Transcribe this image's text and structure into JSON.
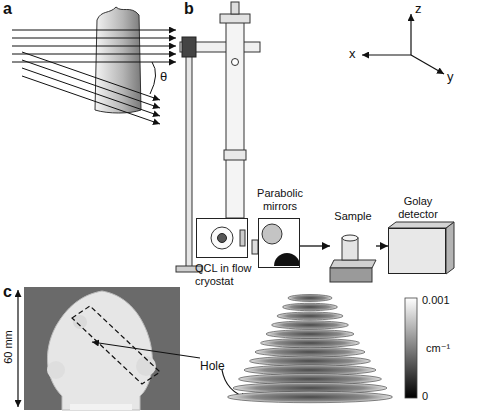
{
  "diagram": {
    "nodes": [
      {
        "text": [
          "QCL in flow cryostat"
        ]
      },
      {
        "text": [
          "Parabolic mirrors"
        ]
      },
      {
        "text": [
          "Sample"
        ]
      },
      {
        "text": [
          "Golay detector"
        ]
      }
    ],
    "edges": [
      {
        "from": 1,
        "to": 2,
        "arrow": "to"
      },
      {
        "from": 2,
        "to": 3,
        "arrow": "to"
      }
    ],
    "labels": [
      "a",
      "θ",
      "b",
      "z",
      "x",
      "y",
      "c",
      "60 mm",
      "Hole",
      "0.001",
      "cm⁻¹",
      "0"
    ]
  }
}
